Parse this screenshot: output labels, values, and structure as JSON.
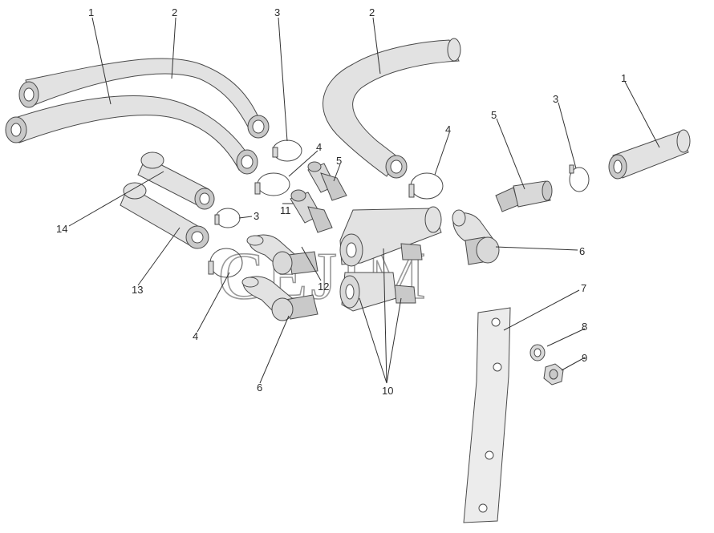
{
  "watermark": "CEJIM",
  "callouts": [
    {
      "id": "1"
    },
    {
      "id": "2"
    },
    {
      "id": "3"
    },
    {
      "id": "2"
    },
    {
      "id": "4"
    },
    {
      "id": "5"
    },
    {
      "id": "5"
    },
    {
      "id": "3"
    },
    {
      "id": "1"
    },
    {
      "id": "4"
    },
    {
      "id": "14"
    },
    {
      "id": "3"
    },
    {
      "id": "11"
    },
    {
      "id": "6"
    },
    {
      "id": "13"
    },
    {
      "id": "12"
    },
    {
      "id": "7"
    },
    {
      "id": "8"
    },
    {
      "id": "9"
    },
    {
      "id": "4"
    },
    {
      "id": "6"
    },
    {
      "id": "10"
    }
  ],
  "colors": {
    "tube_fill": "#e2e2e2",
    "tube_shade": "#c9c9c9",
    "metal_fill": "#d9d9d9",
    "outline": "#4a4a4a",
    "label": "#2a2a2a"
  }
}
